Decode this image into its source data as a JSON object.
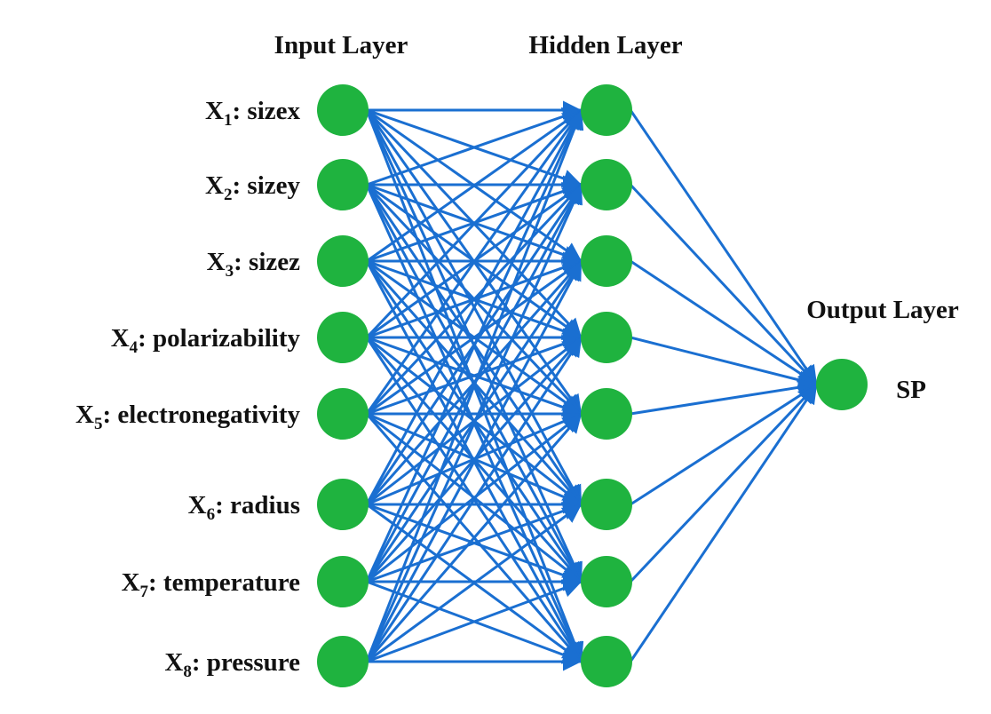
{
  "layers": {
    "input_title": "Input Layer",
    "hidden_title": "Hidden Layer",
    "output_title": "Output Layer"
  },
  "inputs": [
    {
      "base": "X",
      "sub": "1",
      "name": ": sizex"
    },
    {
      "base": "X",
      "sub": "2",
      "name": ": sizey"
    },
    {
      "base": "X",
      "sub": "3",
      "name": ": sizez"
    },
    {
      "base": "X",
      "sub": "4",
      "name": ": polarizability"
    },
    {
      "base": "X",
      "sub": "5",
      "name": ": electronegativity"
    },
    {
      "base": "X",
      "sub": "6",
      "name": ": radius"
    },
    {
      "base": "X",
      "sub": "7",
      "name": ": temperature"
    },
    {
      "base": "X",
      "sub": "8",
      "name": ": pressure"
    }
  ],
  "hidden_count": 8,
  "output": {
    "label": "SP"
  },
  "colors": {
    "node": "#1fb33f",
    "edge": "#1a6fd1"
  }
}
